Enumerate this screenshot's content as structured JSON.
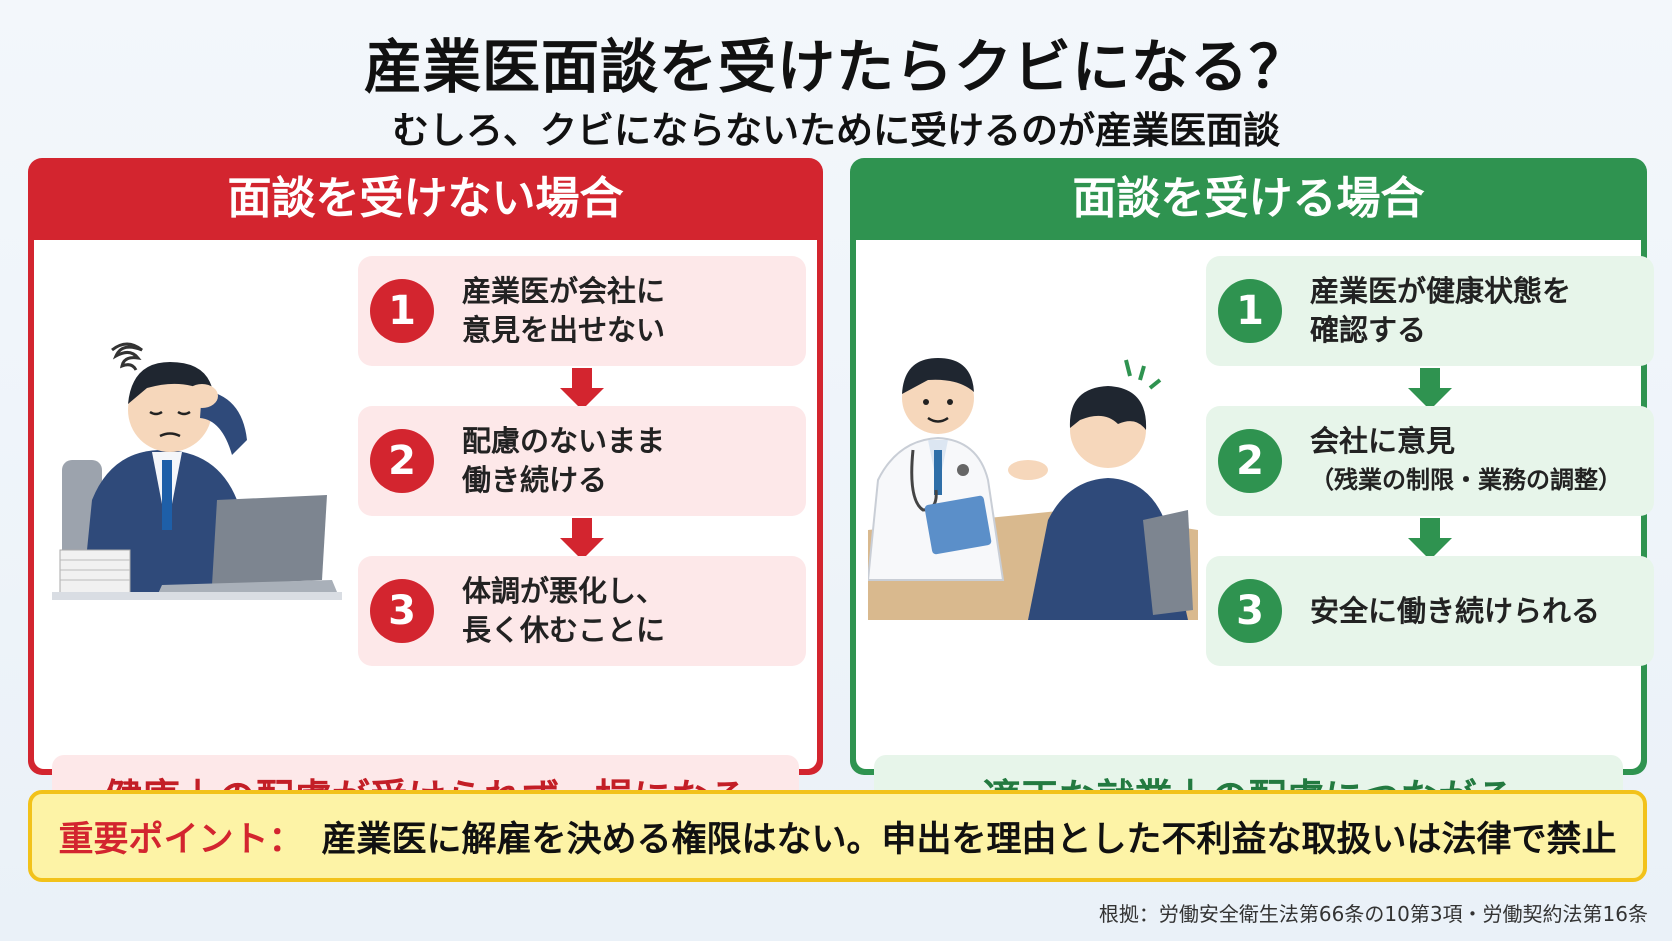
{
  "title": "産業医面談を受けたらクビになる？",
  "subtitle": "むしろ、クビにならないために受けるのが産業医面談",
  "left": {
    "header": "面談を受けない場合",
    "steps": [
      {
        "num": "1",
        "line1": "産業医が会社に",
        "line2": "意見を出せない"
      },
      {
        "num": "2",
        "line1": "配慮のないまま",
        "line2": "働き続ける"
      },
      {
        "num": "3",
        "line1": "体調が悪化し、",
        "line2": "長く休むことに"
      }
    ],
    "conclusion": "健康上の配慮が受けられず、損になる"
  },
  "right": {
    "header": "面談を受ける場合",
    "steps": [
      {
        "num": "1",
        "line1": "産業医が健康状態を",
        "line2": "確認する"
      },
      {
        "num": "2",
        "line1": "会社に意見",
        "line2": "（残業の制限・業務の調整）"
      },
      {
        "num": "3",
        "line1": "安全に働き続けられる",
        "line2": ""
      }
    ],
    "conclusion": "適正な就業上の配慮につながる"
  },
  "point": {
    "label": "重要ポイント：",
    "text": "産業医に解雇を決める権限はない。申出を理由とした不利益な取扱いは法律で禁止"
  },
  "source": "根拠：労働安全衛生法第66条の10第3項・労働契約法第16条",
  "colors": {
    "red": "#d3252f",
    "green": "#2f9350",
    "yellow": "#fdf3a6"
  }
}
